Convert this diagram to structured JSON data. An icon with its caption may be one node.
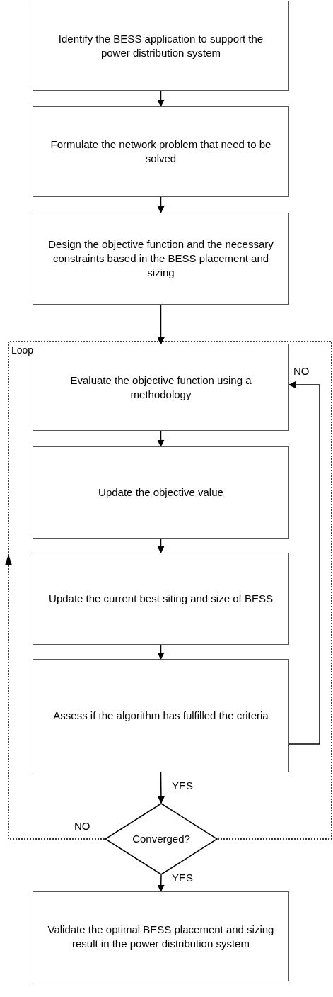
{
  "diagram": {
    "nodes": [
      {
        "text": [
          "Identify the BESS application to support the power distribution system"
        ]
      },
      {
        "text": [
          "Formulate the network problem that need to be solved"
        ]
      },
      {
        "text": [
          "Design the objective function and the necessary constraints based in the BESS placement and sizing"
        ]
      },
      {
        "text": [
          "Evaluate the objective function using a methodology"
        ]
      },
      {
        "text": [
          "Update the objective value"
        ]
      },
      {
        "text": [
          "Update the current best siting and size of BESS"
        ]
      },
      {
        "text": [
          "Assess if the algorithm has fulfilled the criteria"
        ]
      },
      {
        "text": [
          "Converged?"
        ]
      },
      {
        "text": [
          "Validate the optimal BESS placement and sizing result in the power distribution system"
        ]
      }
    ],
    "edges": [
      {
        "from": 0,
        "to": 1,
        "arrow": "to"
      },
      {
        "from": 1,
        "to": 2,
        "arrow": "to"
      },
      {
        "from": 2,
        "to": 3,
        "arrow": "to"
      },
      {
        "from": 3,
        "to": 4,
        "arrow": "to"
      },
      {
        "from": 4,
        "to": 5,
        "arrow": "to"
      },
      {
        "from": 5,
        "to": 6,
        "arrow": "to"
      },
      {
        "from": 6,
        "to": 7,
        "arrow": "to",
        "label": "YES"
      },
      {
        "from": 7,
        "to": 8,
        "arrow": "to",
        "label": "YES"
      },
      {
        "from": 6,
        "to": 3,
        "arrow": "to",
        "label": "NO"
      },
      {
        "from": 7,
        "to": 3,
        "arrow": "to",
        "label": "NO",
        "style": "dashed"
      },
      {
        "from": 7,
        "to": 3,
        "arrow": "to",
        "style": "dashed"
      }
    ],
    "labels": [
      "Loop"
    ]
  }
}
